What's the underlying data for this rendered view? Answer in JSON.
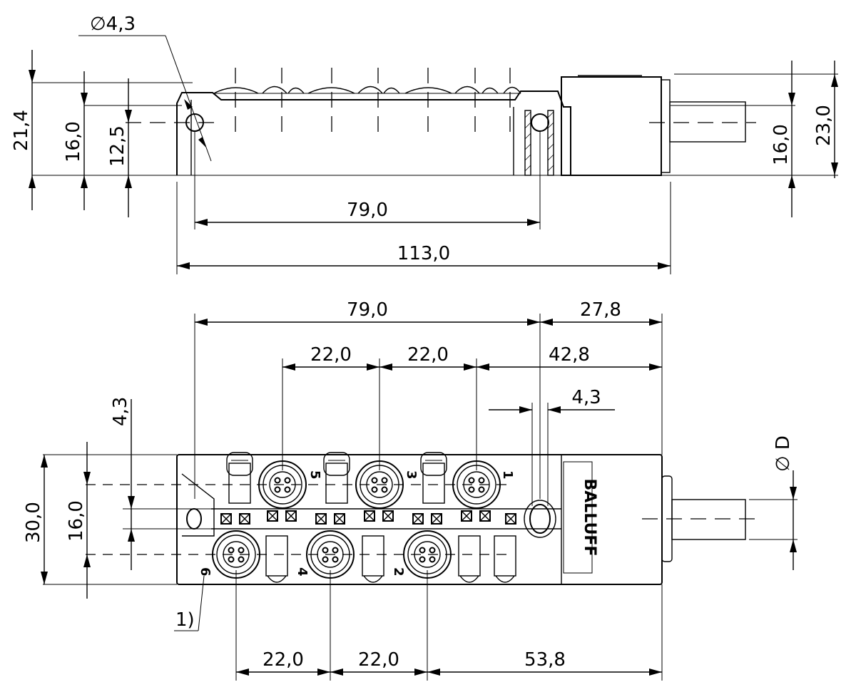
{
  "side_view": {
    "hole_diameter": "∅4,3",
    "height_overall_left": "21,4",
    "height_body_left": "16,0",
    "height_hole_center": "12,5",
    "height_body_right": "16,0",
    "height_overall_right": "23,0",
    "length_hole_to_hole": "79,0",
    "length_overall": "113,0"
  },
  "top_view": {
    "hole_spacing": "79,0",
    "hole_to_end": "27,8",
    "pitch_1": "22,0",
    "pitch_2": "22,0",
    "port1_to_end": "42,8",
    "slot_width": "4,3",
    "width_overall": "30,0",
    "row_spacing": "16,0",
    "slot_offset": "4,3",
    "cable_diameter": "∅ D",
    "bottom_pitch_1": "22,0",
    "bottom_pitch_2": "22,0",
    "port2_to_end": "53,8",
    "footnote_marker": "1)",
    "brand": "BALLUFF",
    "port_numbers": [
      "5",
      "3",
      "1",
      "6",
      "4",
      "2"
    ]
  }
}
